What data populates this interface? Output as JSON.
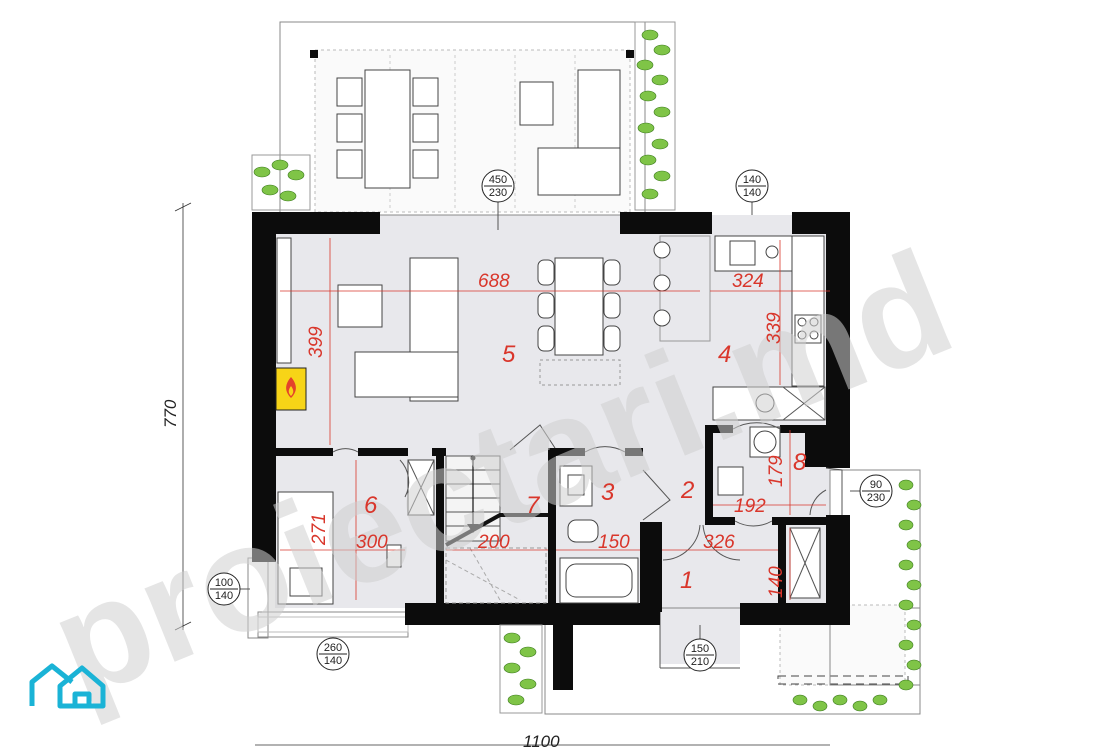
{
  "plan": {
    "overall_height": "770",
    "overall_width": "1100",
    "watermark": "proiectari.md",
    "rooms": [
      {
        "number": "1"
      },
      {
        "number": "2"
      },
      {
        "number": "3"
      },
      {
        "number": "4"
      },
      {
        "number": "5"
      },
      {
        "number": "6"
      },
      {
        "number": "7"
      },
      {
        "number": "8"
      }
    ],
    "dimensions": {
      "living_width": "688",
      "living_depth": "399",
      "kitchen_width": "324",
      "kitchen_depth": "339",
      "bedroom_depth": "271",
      "bedroom_width": "300",
      "stair_width": "200",
      "bath_width": "150",
      "hall_width": "326",
      "laundry_width": "192",
      "laundry_depth": "179",
      "storage_depth": "140"
    },
    "openings": {
      "terrace_door": {
        "w": "450",
        "h": "230"
      },
      "kitchen_window": {
        "w": "140",
        "h": "140"
      },
      "side_door": {
        "w": "90",
        "h": "230"
      },
      "bedroom_window_side": {
        "w": "100",
        "h": "140"
      },
      "bedroom_window_front": {
        "w": "260",
        "h": "140"
      },
      "entrance_door": {
        "w": "150",
        "h": "210"
      }
    }
  },
  "colors": {
    "wall": "#0c0c0c",
    "floor": "#e8e8ec",
    "dimension_text": "#d9362b",
    "plant": "#7fc447",
    "logo": "#1ab3d6",
    "fireplace": "#f7d417"
  },
  "icons": [
    "fireplace-icon",
    "house-logo-icon",
    "plant-icon"
  ]
}
